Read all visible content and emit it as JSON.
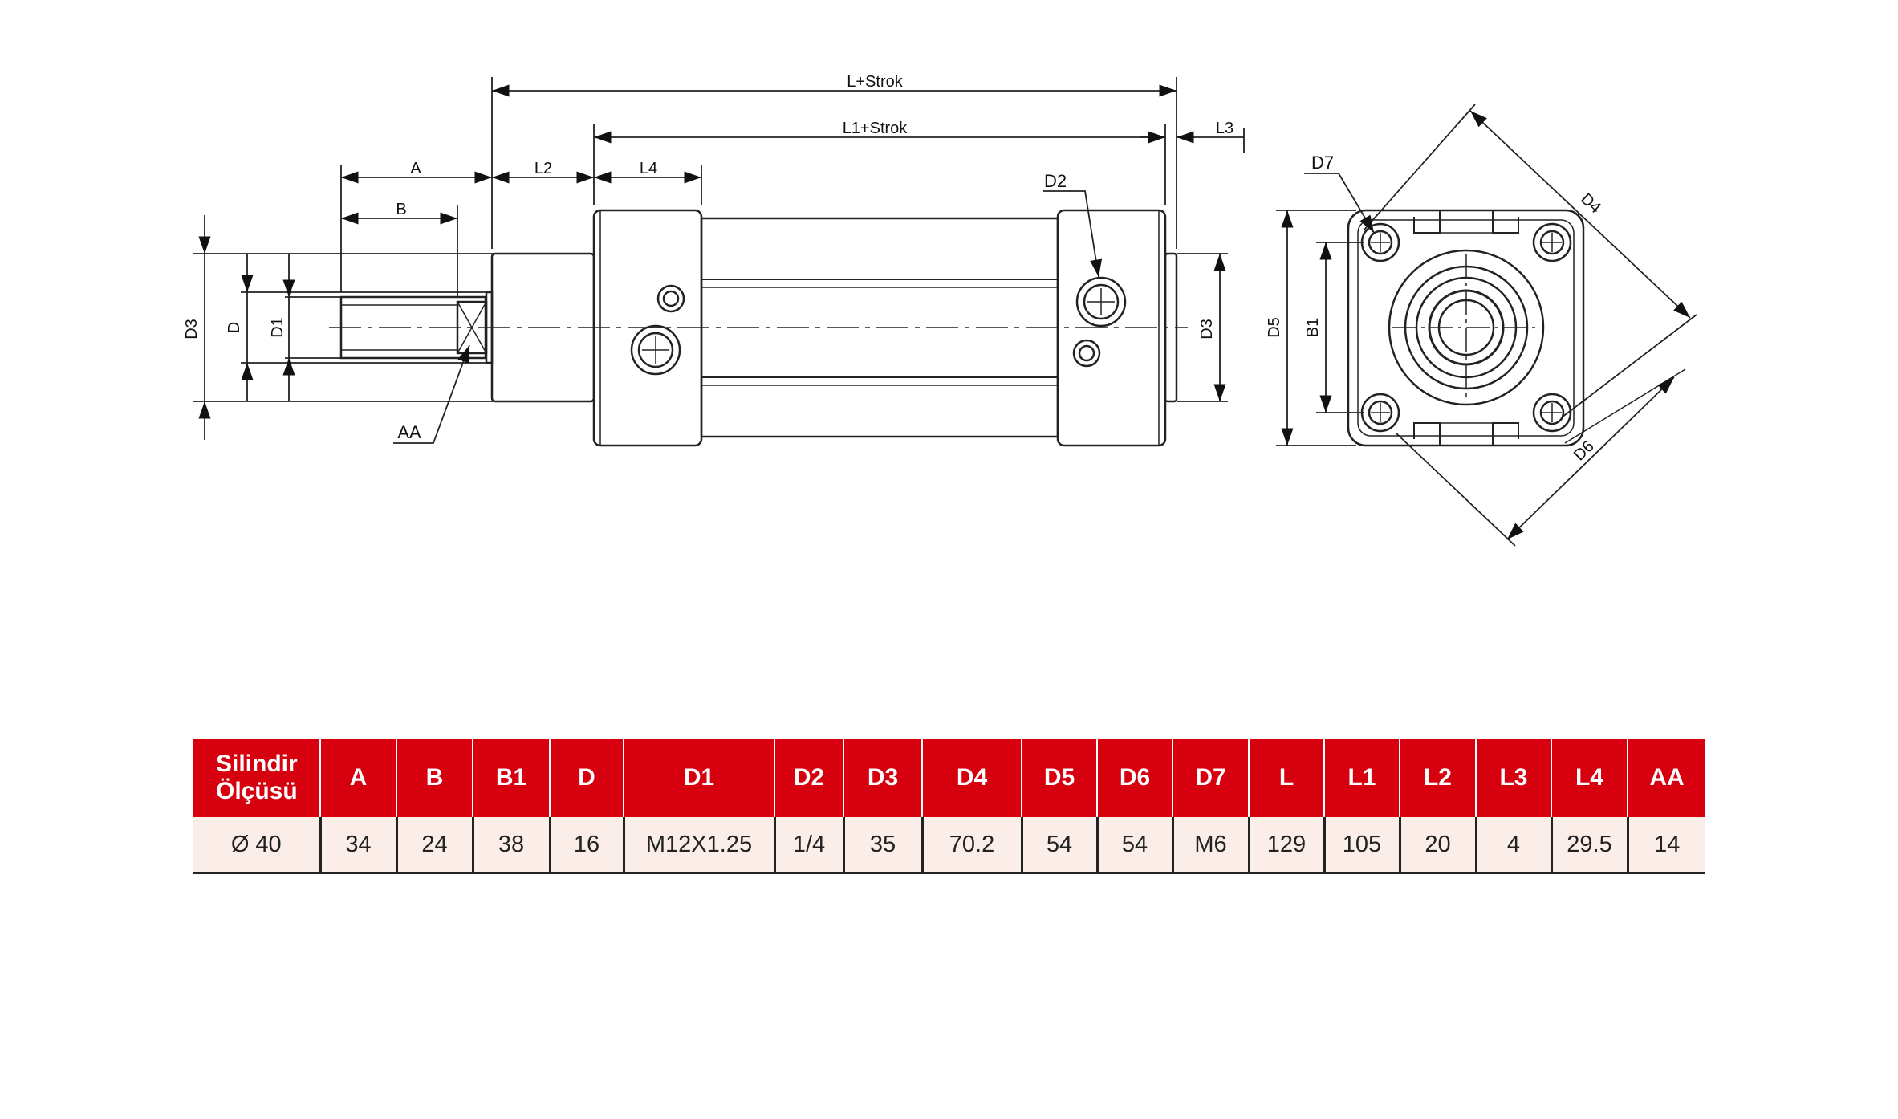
{
  "drawing": {
    "dims": {
      "l_strok": "L+Strok",
      "l1_strok": "L1+Strok",
      "a": "A",
      "b": "B",
      "l2": "L2",
      "l4": "L4",
      "l3": "L3",
      "d3": "D3",
      "d": "D",
      "d1": "D1",
      "d2": "D2",
      "aa": "AA",
      "d7": "D7",
      "d5": "D5",
      "b1": "B1",
      "d4": "D4",
      "d6": "D6"
    }
  },
  "table": {
    "headers": [
      "Silindir Ölçüsü",
      "A",
      "B",
      "B1",
      "D",
      "D1",
      "D2",
      "D3",
      "D4",
      "D5",
      "D6",
      "D7",
      "L",
      "L1",
      "L2",
      "L3",
      "L4",
      "AA"
    ],
    "row": [
      "Ø 40",
      "34",
      "24",
      "38",
      "16",
      "M12X1.25",
      "1/4",
      "35",
      "70.2",
      "54",
      "54",
      "M6",
      "129",
      "105",
      "20",
      "4",
      "29.5",
      "14"
    ]
  },
  "colors": {
    "header_bg": "#d6000f",
    "row_bg": "#fbeee8",
    "line": "#222222"
  }
}
